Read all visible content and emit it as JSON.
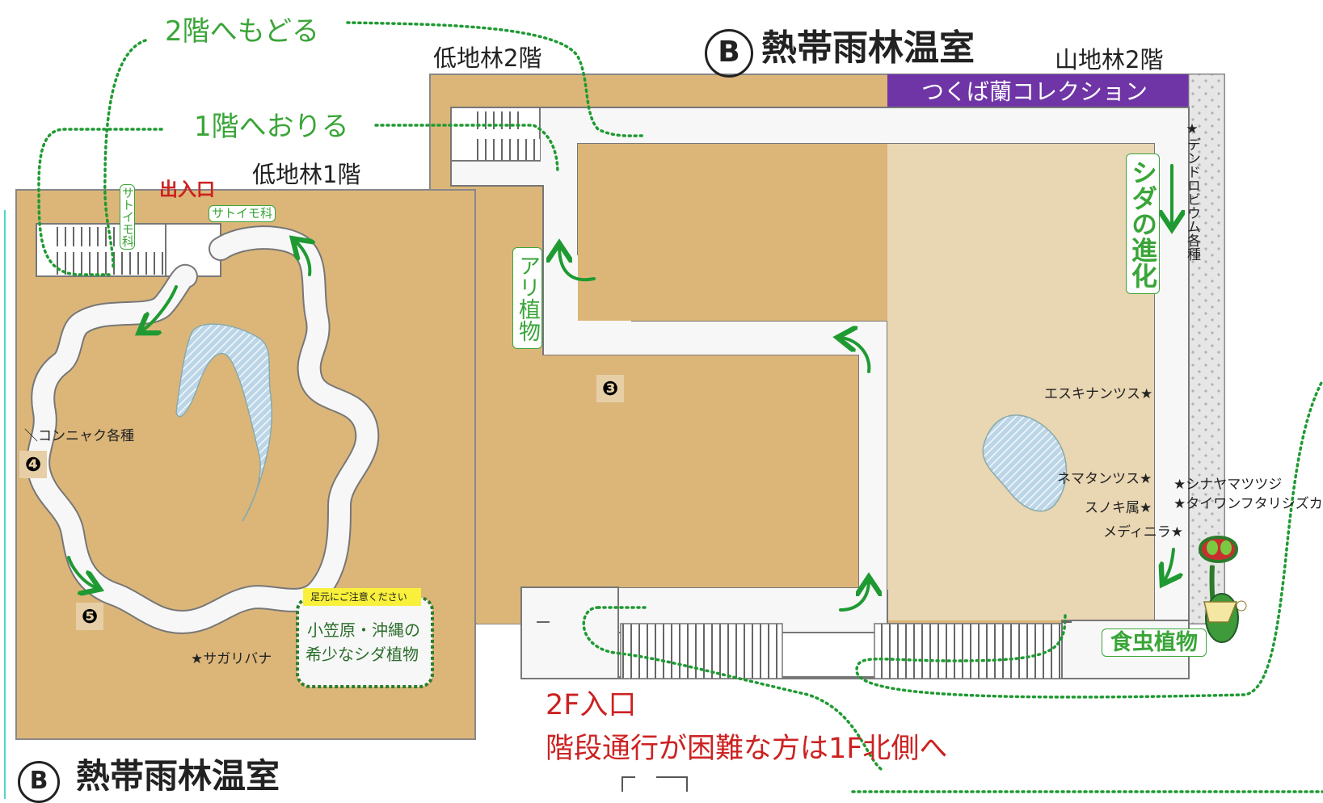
{
  "colors": {
    "lowland": "#dcb679",
    "mountain": "#e9d6b2",
    "path": "#f7f7f7",
    "path_border": "#777777",
    "water": "#bcd6e8",
    "orchid_band": "#6f35a6",
    "route_green": "#1f9a32",
    "label_green": "#3aa538",
    "entrance_red": "#cc2222",
    "frame_teal": "#4fd6c3",
    "notice_yellow": "#f8f03a"
  },
  "labels": {
    "title_main": "熱帯雨林温室",
    "title_badge": "B",
    "title_bottom": "熱帯雨林温室",
    "title_bottom_badge": "B",
    "lowland_2f": "低地林2階",
    "mountain_2f": "山地林2階",
    "lowland_1f": "低地林1階",
    "orchid_collection": "つくば蘭コレクション",
    "back_to_2f": "2階へもどる",
    "down_to_1f": "1階へおりる",
    "entrance": "出入口",
    "aroid_vertical": "サトイモ科",
    "aroid_horizontal": "サトイモ科",
    "ant_plants": "アリ植物",
    "fern_evolution": "シダの進化",
    "dendrobium": "★デンドロビウム各種",
    "aeschynanthus": "エスキナンツス★",
    "nematanthus": "ネマタンツス★",
    "rhododendron": "★シナヤマツツジ",
    "taiwan_plant": "★タイワンフタリシズカ",
    "sonerila": "スノキ属★",
    "medinilla": "メディニラ★",
    "konnyaku": "＼コンニャク各種",
    "sagaribana": "★サガリバナ",
    "notice_header": "足元にご注意ください",
    "rare_ferns_line1": "小笠原・沖縄の",
    "rare_ferns_line2": "希少なシダ植物",
    "carnivorous": "食虫植物",
    "entrance_2f": "2F入口",
    "stairs_notice": "階段通行が困難な方は1F北側へ"
  },
  "markers": {
    "m3": "❸",
    "m4": "❹",
    "m5": "❺"
  },
  "icons": [
    "route-arrow-icon",
    "mascot-venus-flytrap-icon",
    "stairs-icon",
    "pond-icon"
  ]
}
